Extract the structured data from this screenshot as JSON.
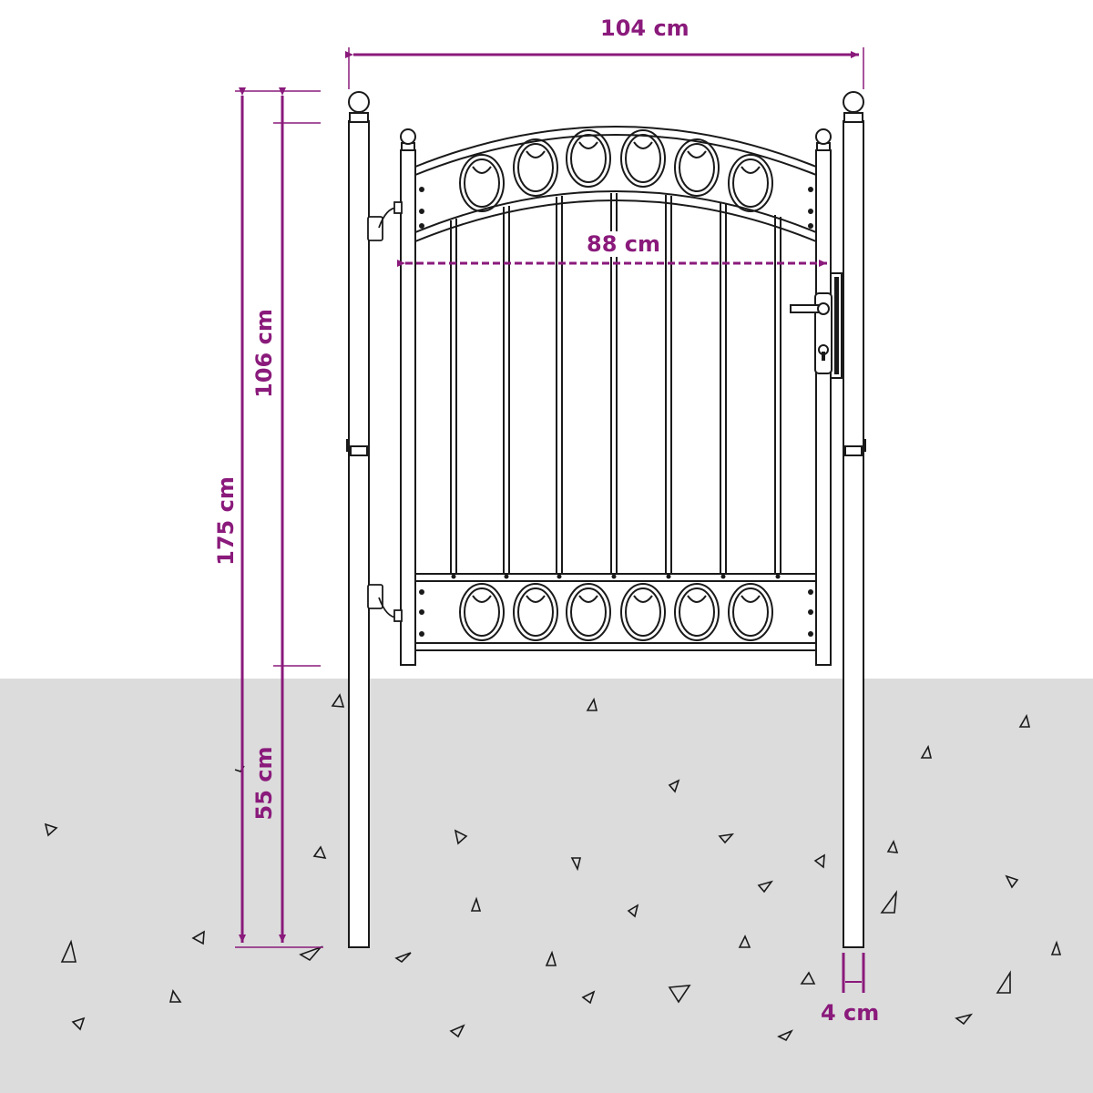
{
  "dimensions": {
    "total_width": "104 cm",
    "gate_width": "88 cm",
    "total_height": "175 cm",
    "gate_height": "106 cm",
    "ground_depth": "55 cm",
    "post_width": "4 cm"
  },
  "colors": {
    "accent": "#8a1a7b",
    "line": "#1a1a1a",
    "ground": "#dcdcdc"
  }
}
